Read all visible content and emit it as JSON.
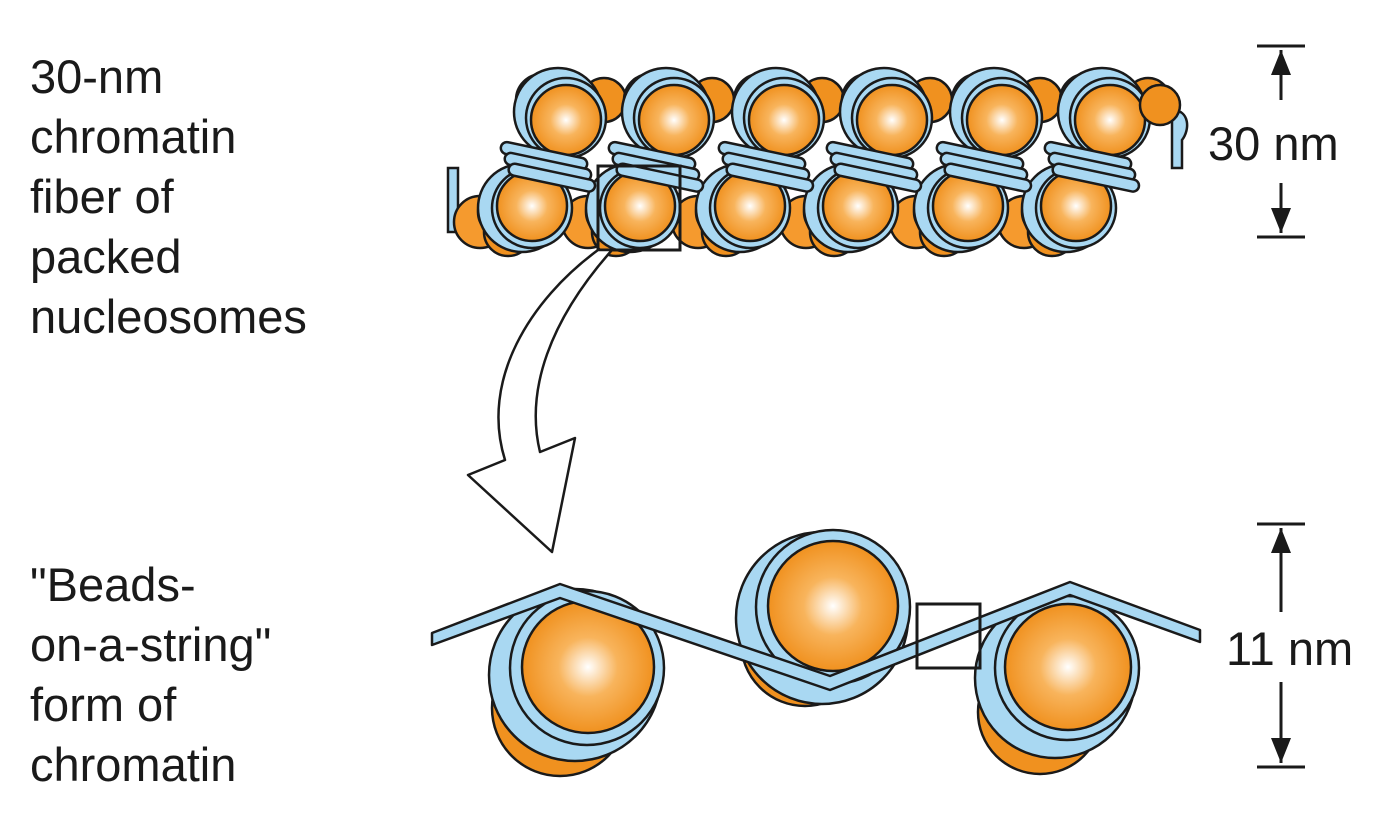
{
  "top_label": {
    "lines": [
      "30-nm",
      "chromatin",
      "fiber of",
      "packed",
      "nucleosomes"
    ]
  },
  "bottom_label": {
    "lines": [
      "\"Beads-",
      "on-a-string\"",
      "form of",
      "chromatin"
    ]
  },
  "top_dimension": {
    "text": "30 nm"
  },
  "bottom_dimension": {
    "text": "11 nm"
  },
  "colors": {
    "bead": "#f59a2e",
    "bead_highlight": "#ffffff",
    "dna": "#a9d8f2",
    "outline": "#1a1a1a"
  }
}
